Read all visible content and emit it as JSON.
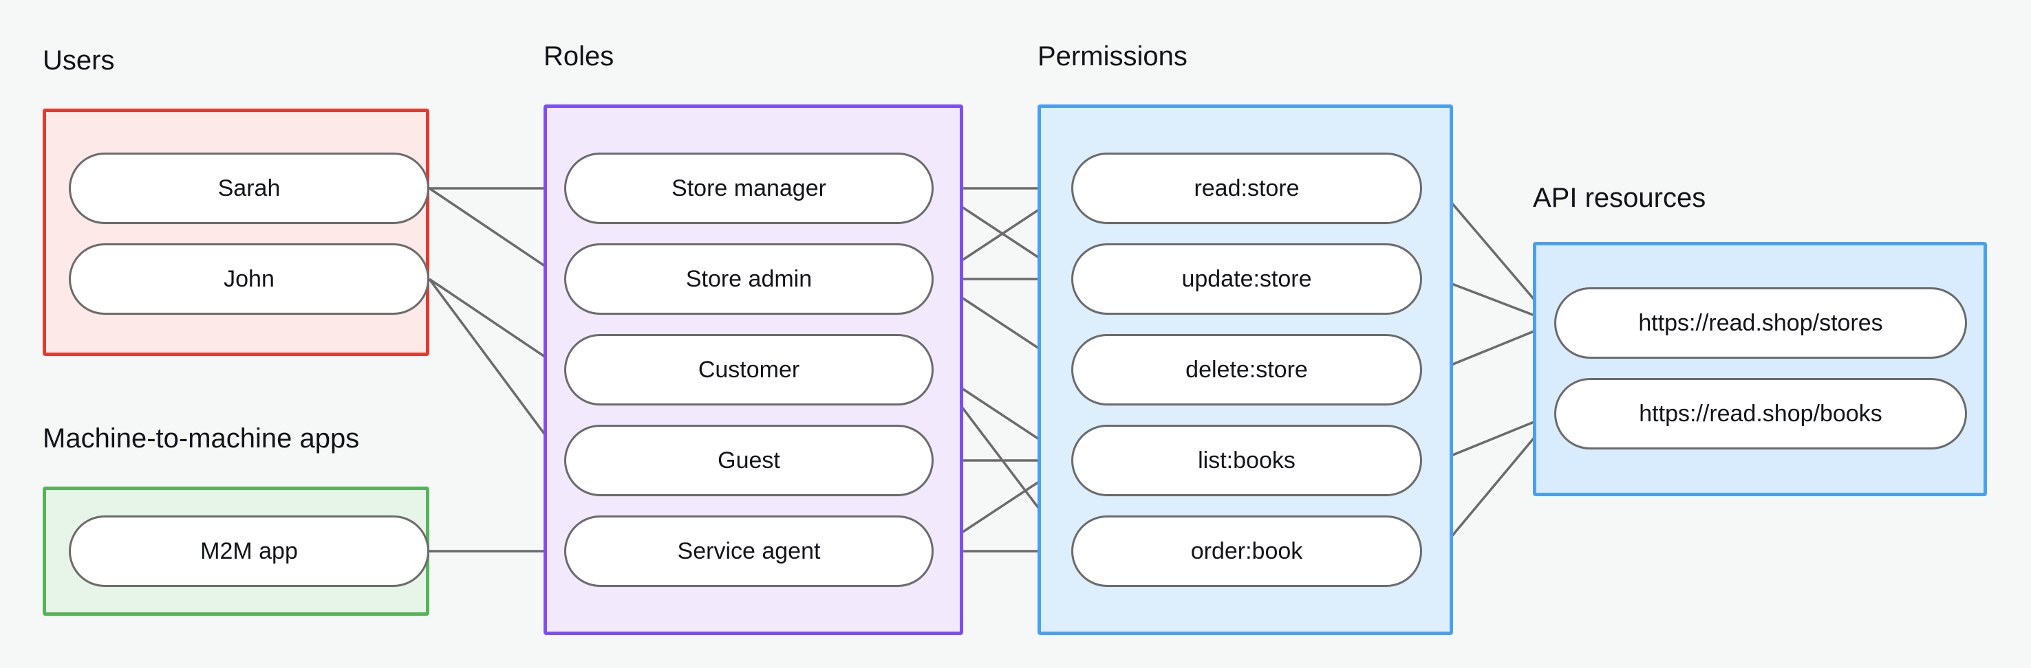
{
  "diagram": {
    "title_text": "",
    "background_color": "#f6f8f7",
    "edge_color": "#6b6b6b",
    "node_border_color": "#6b6b6b",
    "node_fill_color": "#ffffff"
  },
  "groups": {
    "users": {
      "label": "Users",
      "border_color": "#e23b2e",
      "fill_color": "#fdeae8"
    },
    "m2m": {
      "label": "Machine-to-machine apps",
      "border_color": "#56b35a",
      "fill_color": "#e7f5e8"
    },
    "roles": {
      "label": "Roles",
      "border_color": "#7d4dfb",
      "fill_color": "#f3e9fd"
    },
    "permissions": {
      "label": "Permissions",
      "border_color": "#47a0f5",
      "fill_color": "#ddeefd"
    },
    "api": {
      "label": "API resources",
      "border_color": "#47a0f5",
      "fill_color": "#d9ecfd"
    }
  },
  "nodes": {
    "users": [
      "Sarah",
      "John"
    ],
    "m2m": [
      "M2M app"
    ],
    "roles": [
      "Store manager",
      "Store admin",
      "Customer",
      "Guest",
      "Service agent"
    ],
    "permissions": [
      "read:store",
      "update:store",
      "delete:store",
      "list:books",
      "order:book"
    ],
    "api": [
      "https://read.shop/stores",
      "https://read.shop/books"
    ]
  },
  "chart_data": {
    "type": "diagram",
    "title": "RBAC relationships: Users / M2M apps → Roles → Permissions → API resources",
    "columns": [
      {
        "id": "users",
        "label": "Users",
        "items": [
          "Sarah",
          "John"
        ]
      },
      {
        "id": "m2m",
        "label": "Machine-to-machine apps",
        "items": [
          "M2M app"
        ]
      },
      {
        "id": "roles",
        "label": "Roles",
        "items": [
          "Store manager",
          "Store admin",
          "Customer",
          "Guest",
          "Service agent"
        ]
      },
      {
        "id": "permissions",
        "label": "Permissions",
        "items": [
          "read:store",
          "update:store",
          "delete:store",
          "list:books",
          "order:book"
        ]
      },
      {
        "id": "api",
        "label": "API resources",
        "items": [
          "https://read.shop/stores",
          "https://read.shop/books"
        ]
      }
    ],
    "edges": [
      {
        "from": "Sarah",
        "to": "Store manager"
      },
      {
        "from": "Sarah",
        "to": "Store admin"
      },
      {
        "from": "John",
        "to": "Customer"
      },
      {
        "from": "John",
        "to": "Guest"
      },
      {
        "from": "M2M app",
        "to": "Service agent"
      },
      {
        "from": "Store manager",
        "to": "read:store"
      },
      {
        "from": "Store manager",
        "to": "update:store"
      },
      {
        "from": "Store admin",
        "to": "read:store"
      },
      {
        "from": "Store admin",
        "to": "update:store"
      },
      {
        "from": "Store admin",
        "to": "delete:store"
      },
      {
        "from": "Customer",
        "to": "list:books"
      },
      {
        "from": "Customer",
        "to": "order:book"
      },
      {
        "from": "Guest",
        "to": "list:books"
      },
      {
        "from": "Service agent",
        "to": "list:books"
      },
      {
        "from": "Service agent",
        "to": "order:book"
      },
      {
        "from": "read:store",
        "to": "https://read.shop/stores"
      },
      {
        "from": "update:store",
        "to": "https://read.shop/stores"
      },
      {
        "from": "delete:store",
        "to": "https://read.shop/stores"
      },
      {
        "from": "list:books",
        "to": "https://read.shop/books"
      },
      {
        "from": "order:book",
        "to": "https://read.shop/books"
      }
    ]
  }
}
